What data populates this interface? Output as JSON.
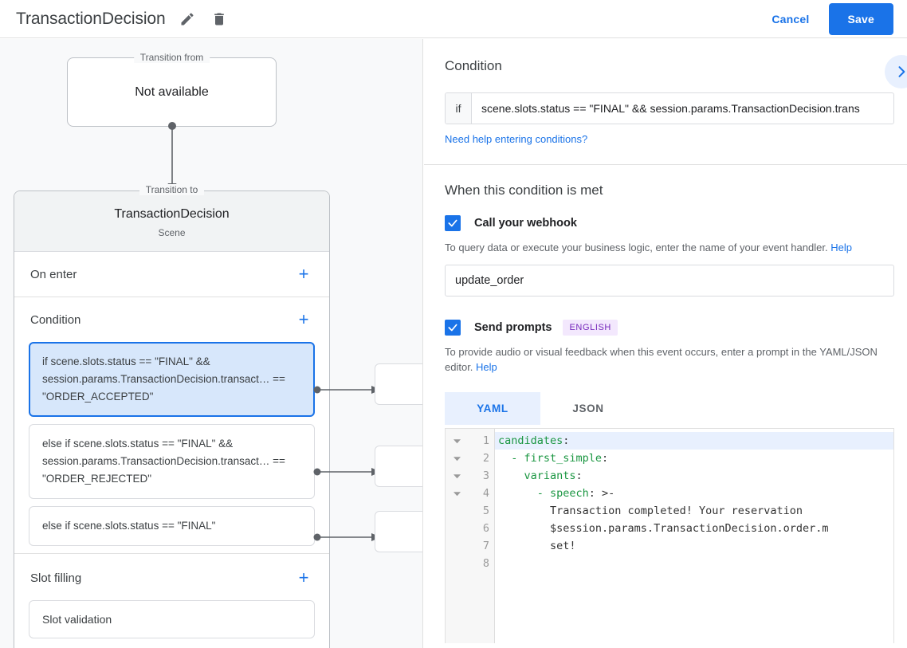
{
  "header": {
    "title": "TransactionDecision",
    "edit_icon": "pencil-icon",
    "delete_icon": "trash-icon",
    "cancel_label": "Cancel",
    "save_label": "Save",
    "accent_color": "#1a73e8"
  },
  "graph": {
    "transition_from": {
      "legend": "Transition from",
      "value": "Not available"
    },
    "scene": {
      "legend": "Transition to",
      "name": "TransactionDecision",
      "subtitle": "Scene",
      "sections": [
        {
          "title": "On enter",
          "add_label": "+"
        },
        {
          "title": "Condition",
          "add_label": "+"
        },
        {
          "title": "Slot filling",
          "add_label": "+"
        }
      ],
      "conditions": [
        {
          "text": "if scene.slots.status == \"FINAL\" && session.params.TransactionDecision.transact… == \"ORDER_ACCEPTED\"",
          "selected": true
        },
        {
          "text": "else if scene.slots.status == \"FINAL\" && session.params.TransactionDecision.transact… == \"ORDER_REJECTED\"",
          "selected": false
        },
        {
          "text": "else if scene.slots.status == \"FINAL\"",
          "selected": false
        }
      ],
      "slot_filling": [
        {
          "text": "Slot validation"
        }
      ]
    }
  },
  "detail": {
    "condition": {
      "heading": "Condition",
      "if_label": "if",
      "value": "scene.slots.status == \"FINAL\" && session.params.TransactionDecision.trans",
      "help_link": "Need help entering conditions?",
      "next_icon": "chevron-right-icon"
    },
    "when_met": {
      "heading": "When this condition is met",
      "webhook": {
        "label": "Call your webhook",
        "checked": true,
        "description": "To query data or execute your business logic, enter the name of your event handler.",
        "help_label": "Help",
        "value": "update_order"
      },
      "prompts": {
        "label": "Send prompts",
        "checked": true,
        "badge": "ENGLISH",
        "badge_bg": "#f3e8fd",
        "badge_color": "#7627bb",
        "description": "To provide audio or visual feedback when this event occurs, enter a prompt in the YAML/JSON editor.",
        "help_label": "Help",
        "tabs": [
          {
            "label": "YAML",
            "active": true
          },
          {
            "label": "JSON",
            "active": false
          }
        ],
        "editor": {
          "line_numbers": [
            "1",
            "2",
            "3",
            "4",
            "5",
            "6",
            "7",
            "8"
          ],
          "fold_lines": [
            1,
            2,
            3,
            4
          ],
          "highlighted_line": 1,
          "lines": [
            {
              "n": "1",
              "key": "candidates",
              "punc": ":",
              "indent": ""
            },
            {
              "n": "2",
              "key": "- first_simple",
              "punc": ":",
              "indent": "  "
            },
            {
              "n": "3",
              "key": "variants",
              "punc": ":",
              "indent": "    "
            },
            {
              "n": "4",
              "key": "- speech",
              "punc": ": >-",
              "indent": "      "
            },
            {
              "n": "5",
              "plain": "Transaction completed! Your reservation",
              "indent": "        "
            },
            {
              "n": "6",
              "plain": "$session.params.TransactionDecision.order.m",
              "indent": "        "
            },
            {
              "n": "7",
              "plain": "set!",
              "indent": "        "
            },
            {
              "n": "8",
              "plain": "",
              "indent": ""
            }
          ]
        }
      }
    }
  }
}
